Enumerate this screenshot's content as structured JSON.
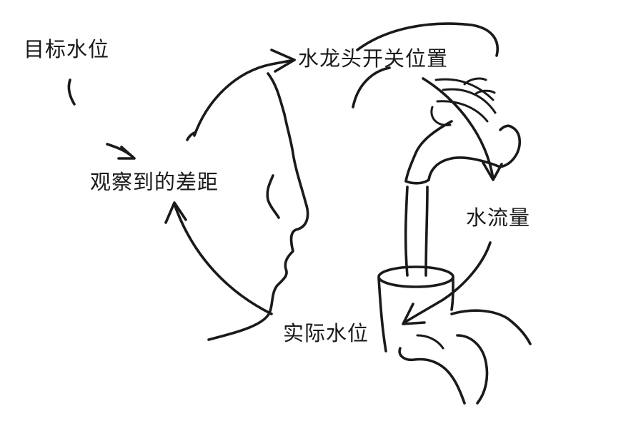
{
  "diagram": {
    "labels": {
      "target_level": "目标水位",
      "faucet_position": "水龙头开关位置",
      "flow_rate": "水流量",
      "actual_level": "实际水位",
      "perceived_gap": "观察到的差距"
    },
    "colors": {
      "ink": "#1a1a1a",
      "background": "#ffffff"
    }
  }
}
